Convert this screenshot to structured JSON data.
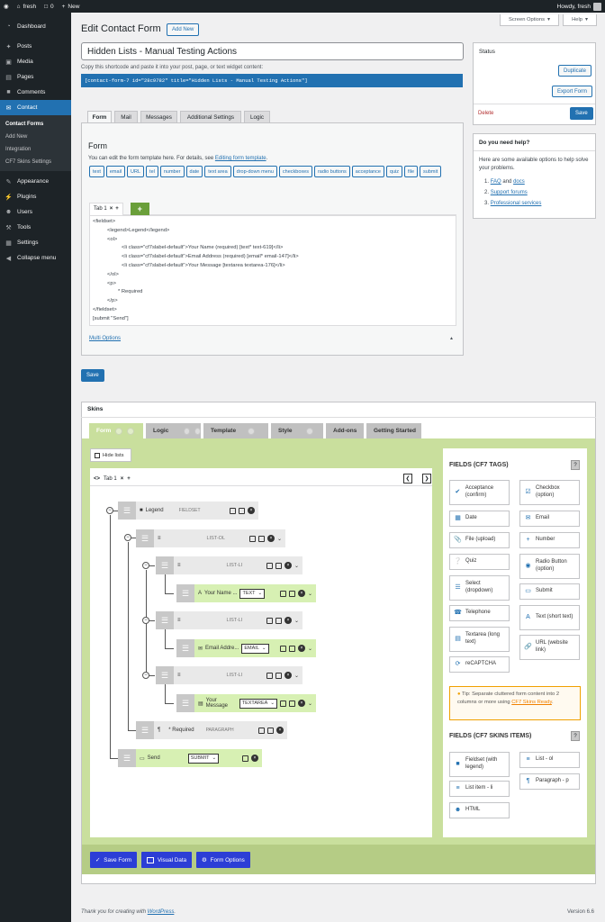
{
  "admin_bar": {
    "site_name": "fresh",
    "comments_count": "0",
    "new_label": "New",
    "howdy": "Howdy, fresh"
  },
  "sidebar": {
    "items": [
      {
        "label": "Dashboard",
        "icon": "dashboard-icon"
      },
      {
        "label": "Posts",
        "icon": "pin-icon"
      },
      {
        "label": "Media",
        "icon": "media-icon"
      },
      {
        "label": "Pages",
        "icon": "pages-icon"
      },
      {
        "label": "Comments",
        "icon": "comment-icon"
      },
      {
        "label": "Contact",
        "icon": "mail-icon"
      }
    ],
    "submenu": [
      "Contact Forms",
      "Add New",
      "Integration",
      "CF7 Skins Settings"
    ],
    "items2": [
      {
        "label": "Appearance",
        "icon": "brush-icon"
      },
      {
        "label": "Plugins",
        "icon": "plugin-icon"
      },
      {
        "label": "Users",
        "icon": "users-icon"
      },
      {
        "label": "Tools",
        "icon": "wrench-icon"
      },
      {
        "label": "Settings",
        "icon": "settings-icon"
      },
      {
        "label": "Collapse menu",
        "icon": "collapse-icon"
      }
    ]
  },
  "screen_options": "Screen Options",
  "help": "Help",
  "page": {
    "title": "Edit Contact Form",
    "add_new": "Add New",
    "form_title": "Hidden Lists - Manual Testing Actions",
    "shortcode_hint": "Copy this shortcode and paste it into your post, page, or text widget content:",
    "shortcode": "[contact-form-7 id=\"28c9782\" title=\"Hidden Lists - Manual Testing Actions\"]"
  },
  "tabs": [
    "Form",
    "Mail",
    "Messages",
    "Additional Settings",
    "Logic"
  ],
  "form_panel": {
    "heading": "Form",
    "hint": "You can edit the form template here. For details, see",
    "hint_link": "Editing form template",
    "hint_end": ".",
    "tags": [
      "text",
      "email",
      "URL",
      "tel",
      "number",
      "date",
      "text area",
      "drop-down menu",
      "checkboxes",
      "radio buttons",
      "acceptance",
      "quiz",
      "file",
      "submit"
    ],
    "tab_label": "Tab 1",
    "code_lines": [
      "<fieldset>",
      "<legend>Legend</legend>",
      "<ol>",
      "<li class=\"cf7slabel-default\">Your Name (required) [text* text-619]</li>",
      "<li class=\"cf7slabel-default\">Email Address (required) [email* email-147]</li>",
      "<li class=\"cf7slabel-default\">Your Message [textarea textarea-176]</li>",
      "</ol>",
      "<p>",
      "* Required",
      "</p>",
      "</fieldset>",
      "[submit \"Send\"]"
    ],
    "multi_options": "Multi Options"
  },
  "save_label": "Save",
  "status_box": {
    "heading": "Status",
    "duplicate": "Duplicate",
    "export": "Export Form",
    "delete": "Delete",
    "save": "Save"
  },
  "help_box": {
    "heading": "Do you need help?",
    "text": "Here are some available options to help solve your problems.",
    "items": [
      {
        "num": "1.",
        "a": "FAQ",
        "mid": " and ",
        "b": "docs"
      },
      {
        "num": "2.",
        "a": "Support forums"
      },
      {
        "num": "3.",
        "a": "Professional services"
      }
    ]
  },
  "skins": {
    "heading": "Skins",
    "tabs": [
      "Form",
      "Logic",
      "Template",
      "Style",
      "Add-ons",
      "Getting Started"
    ],
    "hide_lists": "Hide lists",
    "tab_label": "Tab 1",
    "tree": {
      "legend": {
        "label": "Legend",
        "type": "FIELDSET"
      },
      "list_ol": "LIST-OL",
      "list_li": "LIST-LI",
      "name": {
        "label": "Your Name ...",
        "select": "TEXT"
      },
      "email": {
        "label": "Email Addre...",
        "select": "EMAIL"
      },
      "message": {
        "label": "Your Message",
        "select": "TEXTAREA"
      },
      "required": {
        "label": "* Required",
        "type": "PARAGRAPH"
      },
      "send": {
        "label": "Send",
        "select": "SUBMIT"
      }
    },
    "fields_heading": "FIELDS (CF7 TAGS)",
    "fields": [
      {
        "label": "Acceptance (confirm)",
        "icon": "check-circle-icon"
      },
      {
        "label": "Checkbox (option)",
        "icon": "checkbox-icon"
      },
      {
        "label": "Date",
        "icon": "calendar-icon"
      },
      {
        "label": "Email",
        "icon": "envelope-icon"
      },
      {
        "label": "File (upload)",
        "icon": "paperclip-icon"
      },
      {
        "label": "Number",
        "icon": "plus-icon"
      },
      {
        "label": "Quiz",
        "icon": "question-icon"
      },
      {
        "label": "Radio Button (option)",
        "icon": "radio-icon"
      },
      {
        "label": "Select (dropdown)",
        "icon": "list-icon"
      },
      {
        "label": "Submit",
        "icon": "submit-icon"
      },
      {
        "label": "Telephone",
        "icon": "phone-icon"
      },
      {
        "label": "Text (short text)",
        "icon": "text-icon"
      },
      {
        "label": "Textarea (long text)",
        "icon": "textarea-icon"
      },
      {
        "label": "URL (website link)",
        "icon": "link-icon"
      },
      {
        "label": "reCAPTCHA",
        "icon": "recaptcha-icon"
      }
    ],
    "tip_prefix": "Tip:",
    "tip_text": " Separate cluttered form content into 2 columns or more using ",
    "tip_link": "CF7 Skins Ready",
    "tip_end": ".",
    "items_heading": "FIELDS (CF7 SKINS ITEMS)",
    "items": [
      {
        "label": "Fieldset (with legend)",
        "icon": "folder-icon"
      },
      {
        "label": "List - ol",
        "icon": "ordered-list-icon"
      },
      {
        "label": "List item - li",
        "icon": "list-item-icon"
      },
      {
        "label": "Paragraph - p",
        "icon": "paragraph-icon"
      },
      {
        "label": "HTML",
        "icon": "code-icon"
      }
    ],
    "save_form": "Save Form",
    "visual_data": "Visual Data",
    "form_options": "Form Options"
  },
  "footer": {
    "thanks": "Thank you for creating with ",
    "wp_link": "WordPress",
    "thanks_end": ".",
    "version": "Version 6.6"
  },
  "colors": {
    "wp_blue": "#2271b1",
    "admin_dark": "#1d2327",
    "skins_green": "#c9df9d",
    "field_green": "#d7f0b3",
    "bottom_btn_blue": "#2c3ed6"
  }
}
